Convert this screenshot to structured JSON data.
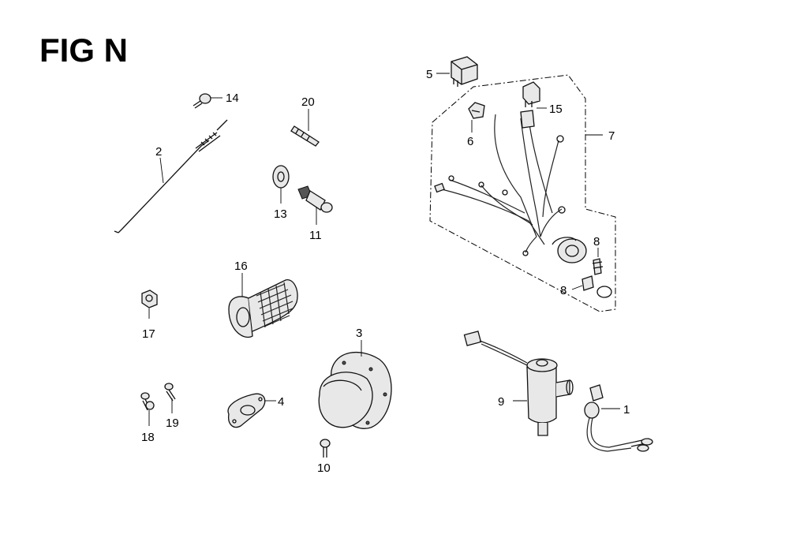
{
  "title": "FIG N",
  "callouts": {
    "c1": "1",
    "c2": "2",
    "c3": "3",
    "c4": "4",
    "c5": "5",
    "c6": "6",
    "c7": "7",
    "c8a": "8",
    "c8b": "8",
    "c9": "9",
    "c10": "10",
    "c11": "11",
    "c13": "13",
    "c14": "14",
    "c15": "15",
    "c16": "16",
    "c17": "17",
    "c18": "18",
    "c19": "19",
    "c20": "20"
  }
}
